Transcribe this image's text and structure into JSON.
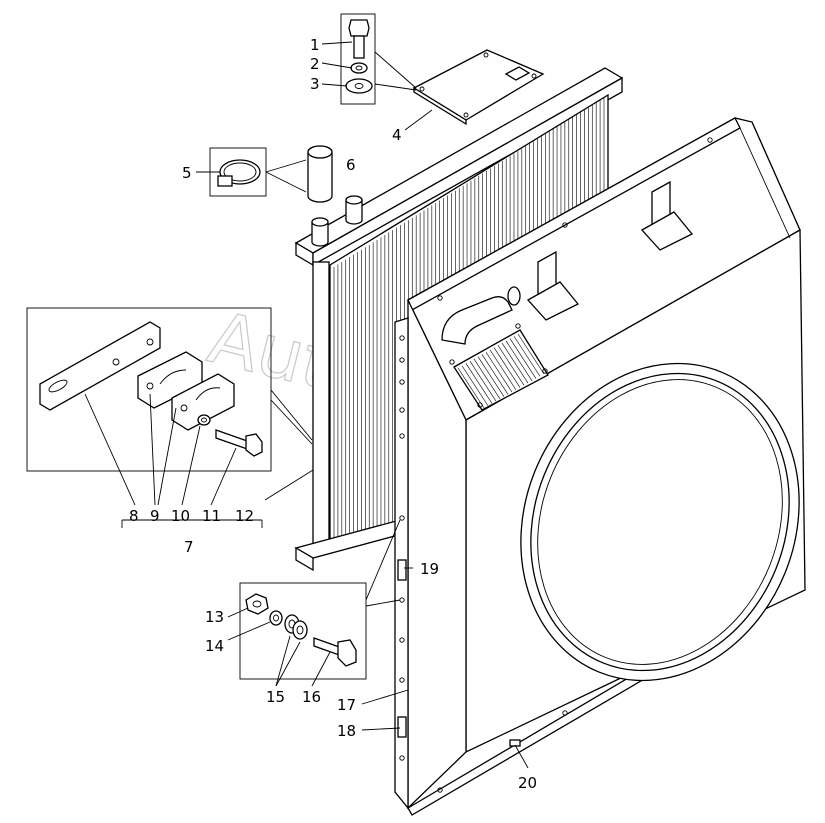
{
  "watermark": "AutoSoft.ru",
  "callouts": {
    "c1": "1",
    "c2": "2",
    "c3": "3",
    "c4": "4",
    "c5": "5",
    "c6": "6",
    "c7": "7",
    "c8": "8",
    "c9": "9",
    "c10": "10",
    "c11": "11",
    "c12": "12",
    "c13": "13",
    "c14": "14",
    "c15": "15",
    "c16": "16",
    "c17": "17",
    "c18": "18",
    "c19": "19",
    "c20": "20"
  }
}
